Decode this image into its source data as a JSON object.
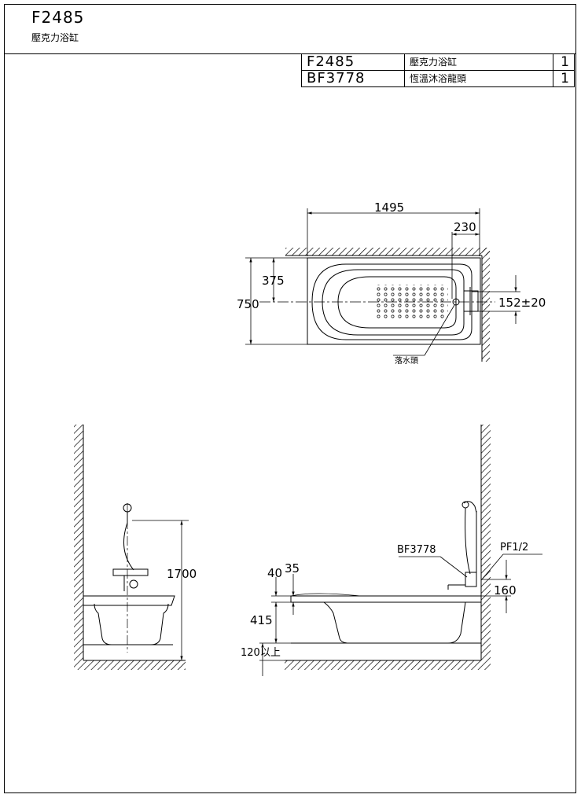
{
  "title_block": {
    "model": "F2485",
    "name": "壓克力浴缸"
  },
  "parts": [
    {
      "code": "F2485",
      "name": "壓克力浴缸",
      "qty": "1"
    },
    {
      "code": "BF3778",
      "name": "恆溫沐浴龍頭",
      "qty": "1"
    }
  ],
  "plan_view": {
    "dim_length": "1495",
    "dim_offset": "230",
    "dim_width": "750",
    "dim_center": "375",
    "dim_pipe": "152±20",
    "label_drain": "落水頭"
  },
  "side_view": {
    "dim_height": "1700"
  },
  "front_view": {
    "label_faucet": "BF3778",
    "label_pipe": "PF1/2",
    "dim_pipe_height": "160",
    "dim_40": "40",
    "dim_35": "35",
    "dim_415": "415",
    "dim_floor": "120以上"
  }
}
